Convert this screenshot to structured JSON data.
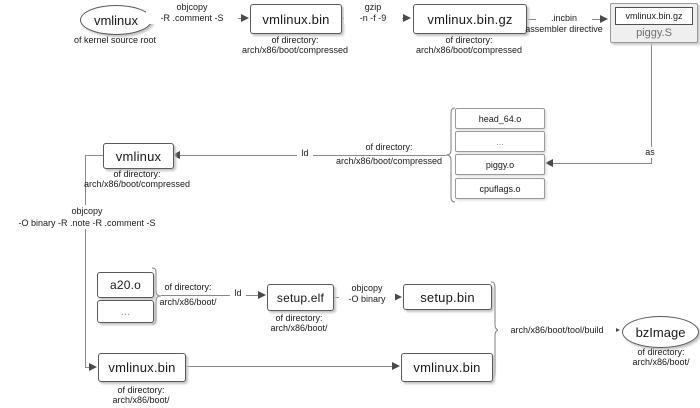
{
  "diagram": {
    "top_row": {
      "vmlinux_source": {
        "label": "vmlinux",
        "caption": "of kernel source root"
      },
      "edge_objcopy_strip": {
        "line1": "objcopy",
        "line2": "-R .comment -S"
      },
      "vmlinux_bin": {
        "label": "vmlinux.bin",
        "caption_line1": "of directory:",
        "caption_line2": "arch/x86/boot/compressed"
      },
      "edge_gzip": {
        "line1": "gzip",
        "line2": "-n -f -9"
      },
      "vmlinux_bin_gz": {
        "label": "vmlinux.bin.gz",
        "caption_line1": "of directory:",
        "caption_line2": "arch/x86/boot/compressed"
      },
      "edge_incbin": {
        "line1": ".incbin",
        "line2": "assembler directive"
      },
      "piggy_s": {
        "embedded_label": "vmlinux.bin.gz",
        "label": "piggy.S"
      }
    },
    "middle": {
      "edge_as": {
        "label": "as"
      },
      "object_stack": {
        "items": [
          "head_64.o",
          "...",
          "piggy.o",
          "cpuflags.o"
        ]
      },
      "edge_ld_compressed": {
        "label": "ld",
        "dir_line1": "of directory:",
        "dir_line2": "arch/x86/boot/compressed"
      },
      "vmlinux_compressed": {
        "label": "vmlinux",
        "caption_line1": "of directory:",
        "caption_line2": "arch/x86/boot/compressed"
      },
      "edge_objcopy_binary": {
        "line1": "objcopy",
        "line2": "-O binary -R .note -R .comment -S"
      }
    },
    "bottom": {
      "a20_stack": {
        "items": [
          "a20.o",
          "..."
        ]
      },
      "edge_ld_boot": {
        "label": "ld",
        "dir_line1": "of directory:",
        "dir_line2": "arch/x86/boot/"
      },
      "setup_elf": {
        "label": "setup.elf",
        "caption_line1": "of directory:",
        "caption_line2": "arch/x86/boot/"
      },
      "edge_objcopy_obinary": {
        "line1": "objcopy",
        "line2": "-O binary"
      },
      "setup_bin": {
        "label": "setup.bin"
      },
      "vmlinux_bin_boot": {
        "label": "vmlinux.bin",
        "caption_line1": "of directory:",
        "caption_line2": "arch/x86/boot/"
      },
      "vmlinux_bin_build": {
        "label": "vmlinux.bin"
      },
      "edge_build": {
        "label": "arch/x86/boot/tool/build"
      },
      "bzimage": {
        "label": "bzImage",
        "caption_line1": "of directory:",
        "caption_line2": "arch/x86/boot/"
      }
    },
    "colors": {
      "line": "#8a8a8a",
      "arrowhead": "#4a4a4a",
      "box_border": "#5a5a5a",
      "muted_text": "#8c8c8c"
    }
  }
}
